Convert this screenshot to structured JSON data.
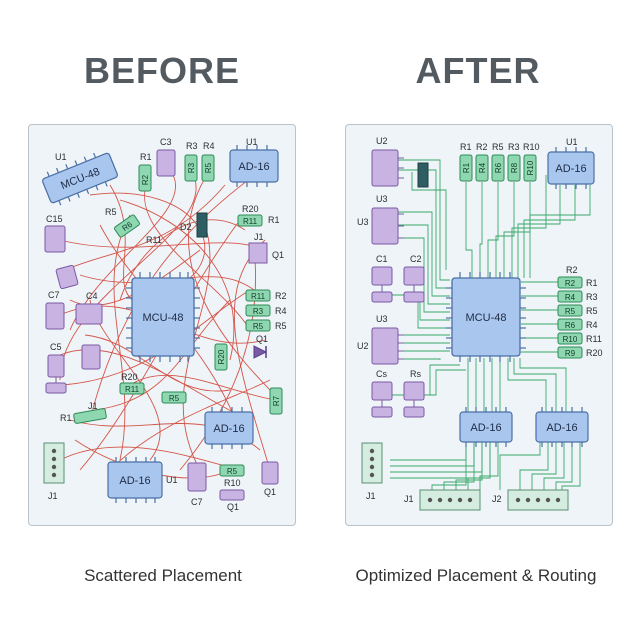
{
  "before": {
    "title": "BEFORE",
    "caption": "Scattered Placement"
  },
  "after": {
    "title": "AFTER",
    "caption": "Optimized Placement & Routing"
  },
  "colors": {
    "ic_fill": "#a9c7ee",
    "ic_stroke": "#4a6fa5",
    "cap_fill": "#c9b3e3",
    "cap_stroke": "#7a5aa6",
    "res_fill": "#8ed7b0",
    "res_stroke": "#2e8b57",
    "trace_before": "#d0392b",
    "trace_after": "#38a86b",
    "board_bg": "#eef4f7"
  },
  "before_labels": {
    "u1_tl": "U1",
    "mcu_tl": "MCU-48",
    "c3": "C3",
    "r1_top": "R1",
    "r2": "R2",
    "r3": "R3",
    "r4": "R4",
    "r3b": "R3",
    "r5b": "R5",
    "u1_tr": "U1",
    "ad16_tr": "AD-16",
    "c15": "C15",
    "r5_a": "R5",
    "r6": "R6",
    "r11_a": "R11",
    "d2": "D2",
    "r20_a": "R20",
    "r11_b": "R11",
    "r1_b": "R1",
    "j1_a": "J1",
    "q1_a": "Q1",
    "c7_a": "C7",
    "c4": "C4",
    "mcu_center": "MCU-48",
    "r11_c": "R11",
    "r2_c": "R2",
    "r3_c": "R3",
    "r4_c": "R4",
    "r5_c": "R5",
    "r20_c": "R20",
    "q1_b": "Q1",
    "c5": "C5",
    "r20_b": "R20",
    "r11_d": "R11",
    "r5_d": "R5",
    "r7": "R7",
    "r1_d": "R1",
    "j1_b": "J1",
    "ad16_mid": "AD-16",
    "ad16_bot": "AD-16",
    "u1_bot": "U1",
    "c7_b": "C7",
    "r5_e": "R5",
    "r10": "R10",
    "q1_c": "Q1",
    "q1_d": "Q1",
    "j1_c": "J1"
  },
  "after_labels": {
    "u2_top": "U2",
    "u3_a": "U3",
    "r1": "R1",
    "r2": "R2",
    "r5": "R5",
    "r3": "R3",
    "r10": "R10",
    "r4": "R4",
    "r6": "R6",
    "r8": "R8",
    "u1": "U1",
    "ad16_top": "AD-16",
    "c1": "C1",
    "c2": "C2",
    "u3_b": "U3",
    "u2_b": "U2",
    "mcu": "MCU-48",
    "r2_out": "R2",
    "r2_in": "R2",
    "r1_out": "R1",
    "r4_in": "R4",
    "r3_out": "R3",
    "r5_in": "R5",
    "r5_out": "R5",
    "r6_in": "R6",
    "r4_out": "R4",
    "r10_in": "R10",
    "r11_out": "R11",
    "r9_in": "R9",
    "r20_out": "R20",
    "cs": "Cs",
    "rs": "Rs",
    "ad16_a": "AD-16",
    "ad16_b": "AD-16",
    "j1_a": "J1",
    "j1_b": "J1",
    "j2": "J2"
  }
}
